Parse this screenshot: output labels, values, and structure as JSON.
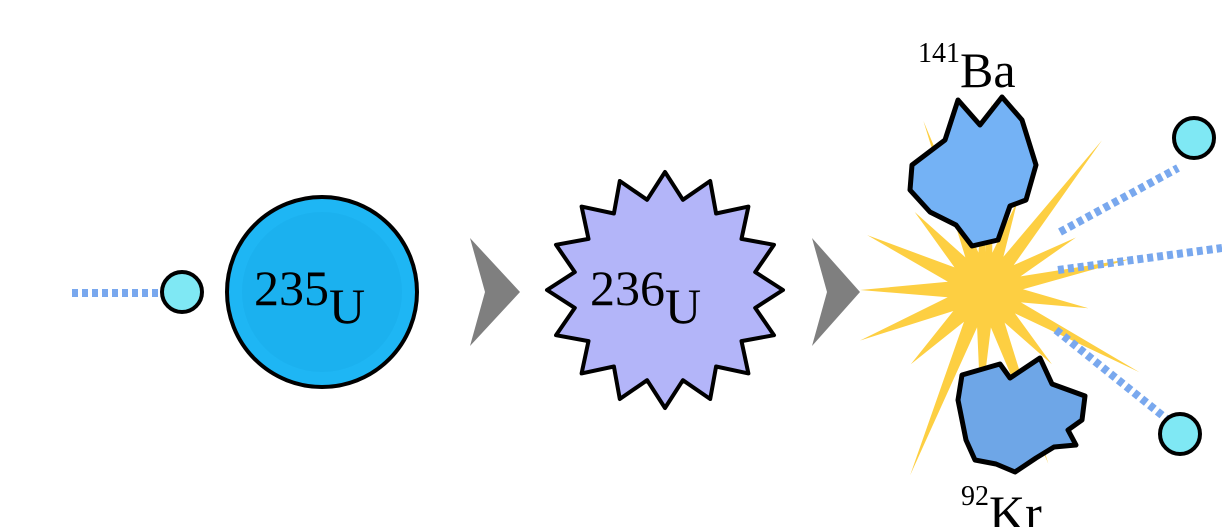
{
  "uranium235": {
    "mass": "235",
    "symbol": "U"
  },
  "uranium236": {
    "mass": "236",
    "symbol": "U"
  },
  "barium": {
    "mass": "141",
    "symbol": "Ba"
  },
  "krypton": {
    "mass": "92",
    "symbol": "Kr"
  },
  "colors": {
    "neutron": "#7fe8f4",
    "neutron_trail": "#79a8ee",
    "u235": "#1eb6f4",
    "u236": "#b3b5f9",
    "arrow": "#7f7f7f",
    "explosion": "#fdcf42",
    "barium_fragment": "#74b2f5",
    "krypton_fragment": "#6ea6e7"
  },
  "icons": [
    "neutron-icon",
    "uranium-235-nucleus-icon",
    "uranium-236-nucleus-icon",
    "arrow-icon",
    "explosion-icon",
    "fission-fragment-icon"
  ]
}
